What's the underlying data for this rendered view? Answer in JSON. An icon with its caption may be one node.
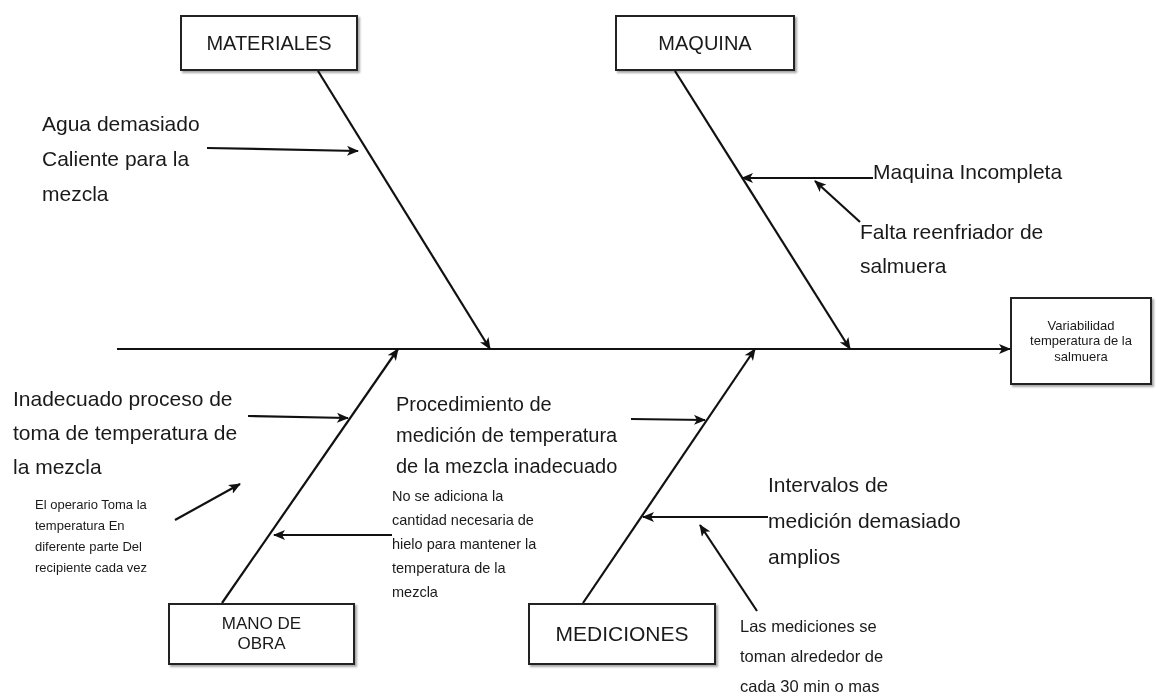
{
  "diagram": {
    "nodes": [
      {
        "text": [
          "MATERIALES"
        ]
      },
      {
        "text": [
          "MAQUINA"
        ]
      },
      {
        "text": [
          "Variabilidad temperatura de la salmuera"
        ]
      },
      {
        "text": [
          "MANO DE OBRA"
        ]
      },
      {
        "text": [
          "MEDICIONES"
        ]
      },
      {
        "text": [
          "Agua demasiado Caliente para la mezcla"
        ]
      },
      {
        "text": [
          "Maquina Incompleta"
        ]
      },
      {
        "text": [
          "Falta reenfriador de salmuera"
        ]
      },
      {
        "text": [
          "Inadecuado proceso de toma de temperatura de la mezcla"
        ]
      },
      {
        "text": [
          "El operario Toma la temperatura En diferente parte Del recipiente cada vez"
        ]
      },
      {
        "text": [
          "Procedimiento de medición de temperatura de la mezcla inadecuado"
        ]
      },
      {
        "text": [
          "No se adiciona la cantidad necesaria de hielo para mantener la temperatura de la mezcla"
        ]
      },
      {
        "text": [
          "Intervalos de medición demasiado amplios"
        ]
      },
      {
        "text": [
          "Las mediciones se toman alrededor de cada 30 min o mas"
        ]
      }
    ],
    "edges": [
      {
        "from": null,
        "to": 2,
        "arrow": "to"
      },
      {
        "from": 0,
        "to": null,
        "arrow": "to"
      },
      {
        "from": 1,
        "to": null,
        "arrow": "to"
      },
      {
        "from": 3,
        "to": null,
        "arrow": "to"
      },
      {
        "from": 4,
        "to": null,
        "arrow": "to"
      },
      {
        "from": 5,
        "to": null,
        "arrow": "to"
      },
      {
        "from": 6,
        "to": null,
        "arrow": "to"
      },
      {
        "from": 7,
        "to": null,
        "arrow": "to"
      },
      {
        "from": 8,
        "to": null,
        "arrow": "to"
      },
      {
        "from": 9,
        "to": 8,
        "arrow": "to"
      },
      {
        "from": 10,
        "to": null,
        "arrow": "to"
      },
      {
        "from": 11,
        "to": null,
        "arrow": "to"
      },
      {
        "from": 12,
        "to": null,
        "arrow": "to"
      },
      {
        "from": 13,
        "to": null,
        "arrow": "to"
      }
    ]
  }
}
